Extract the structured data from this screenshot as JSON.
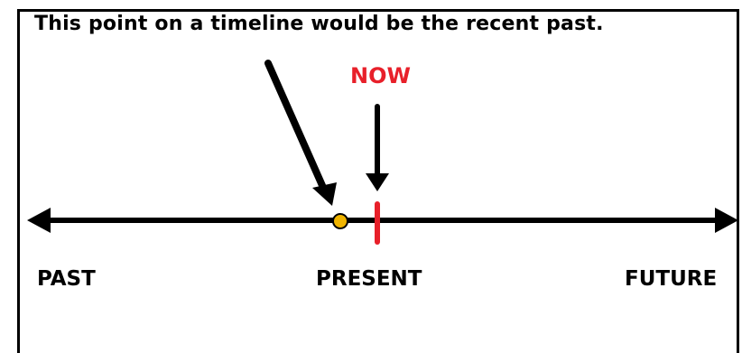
{
  "caption": "This point on a timeline would be the recent past.",
  "now_label": "NOW",
  "timeline": {
    "labels": {
      "past": "PAST",
      "present": "PRESENT",
      "future": "FUTURE"
    }
  },
  "colors": {
    "now_accent": "#e8202a",
    "recent_past_point": "#f0b400",
    "line": "#000000"
  }
}
